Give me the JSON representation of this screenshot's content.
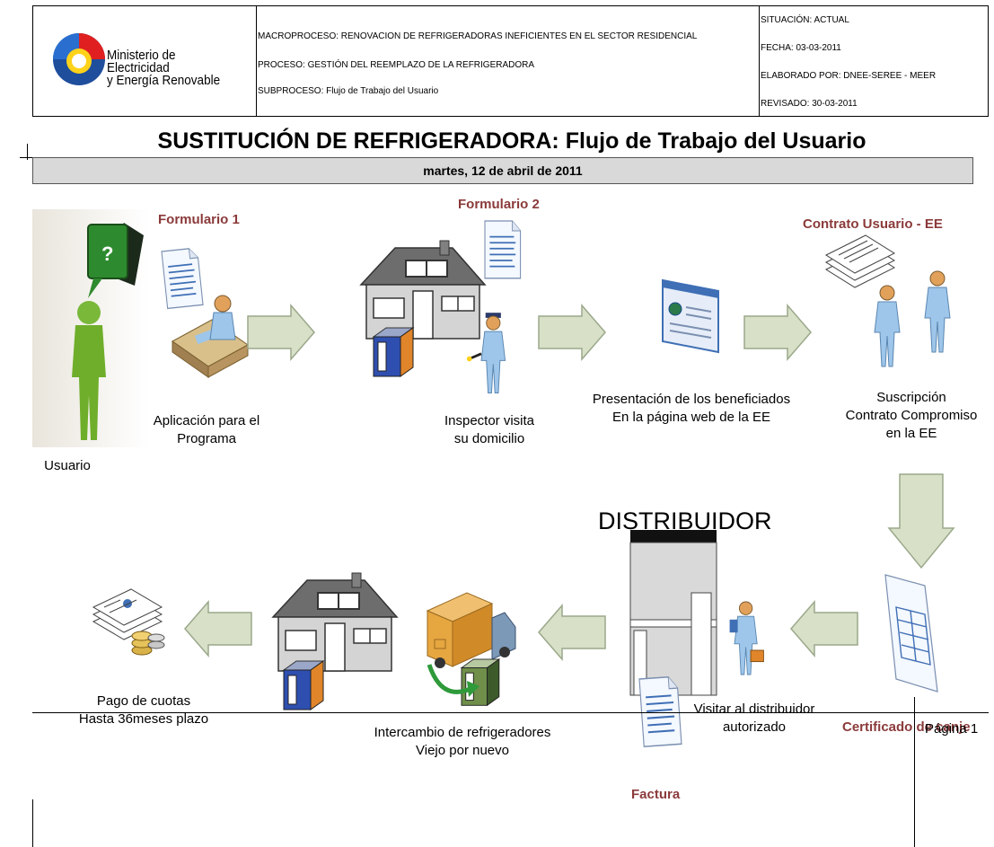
{
  "header": {
    "logo_text_line1": "Ministerio de Electricidad",
    "logo_text_line2": "y Energía Renovable",
    "macroproceso": "MACROPROCESO: RENOVACION DE REFRIGERADORAS INEFICIENTES EN EL SECTOR RESIDENCIAL",
    "proceso": "PROCESO: GESTIÓN DEL REEMPLAZO DE LA REFRIGERADORA",
    "subproceso": "SUBPROCESO: Flujo de Trabajo del Usuario",
    "situacion": "SITUACIÓN: ACTUAL",
    "fecha": "FECHA: 03-03-2011",
    "elaborado": "ELABORADO POR: DNEE-SEREE - MEER",
    "revisado": "REVISADO: 30-03-2011"
  },
  "title": "SUSTITUCIÓN DE REFRIGERADORA: Flujo de Trabajo del Usuario",
  "date_band": "martes, 12 de abril de 2011",
  "doc_labels": {
    "formulario1": "Formulario 1",
    "formulario2": "Formulario 2",
    "contrato": "Contrato Usuario - EE",
    "certificado": "Certificado de canje",
    "factura": "Factura"
  },
  "steps": {
    "usuario": "Usuario",
    "aplicacion_l1": "Aplicación para el",
    "aplicacion_l2": "Programa",
    "inspector_l1": "Inspector visita",
    "inspector_l2": "su domicilio",
    "presentacion_l1": "Presentación de los beneficiados",
    "presentacion_l2": "En la página web de la EE",
    "suscripcion_l1": "Suscripción",
    "suscripcion_l2": "Contrato Compromiso",
    "suscripcion_l3": "en la EE",
    "visitar_l1": "Visitar al distribuidor",
    "visitar_l2": "autorizado",
    "intercambio_l1": "Intercambio de refrigeradores",
    "intercambio_l2": "Viejo por nuevo",
    "pago_l1": "Pago de cuotas",
    "pago_l2": "Hasta 36meses plazo"
  },
  "distribuidor_label": "DISTRIBUIDOR",
  "footer": {
    "page": "Página 1"
  },
  "colors": {
    "label_red": "#8b3a3a",
    "arrow_fill": "#d8e0c8",
    "arrow_stroke": "#9aa88a",
    "person_green": "#6fae2a"
  }
}
